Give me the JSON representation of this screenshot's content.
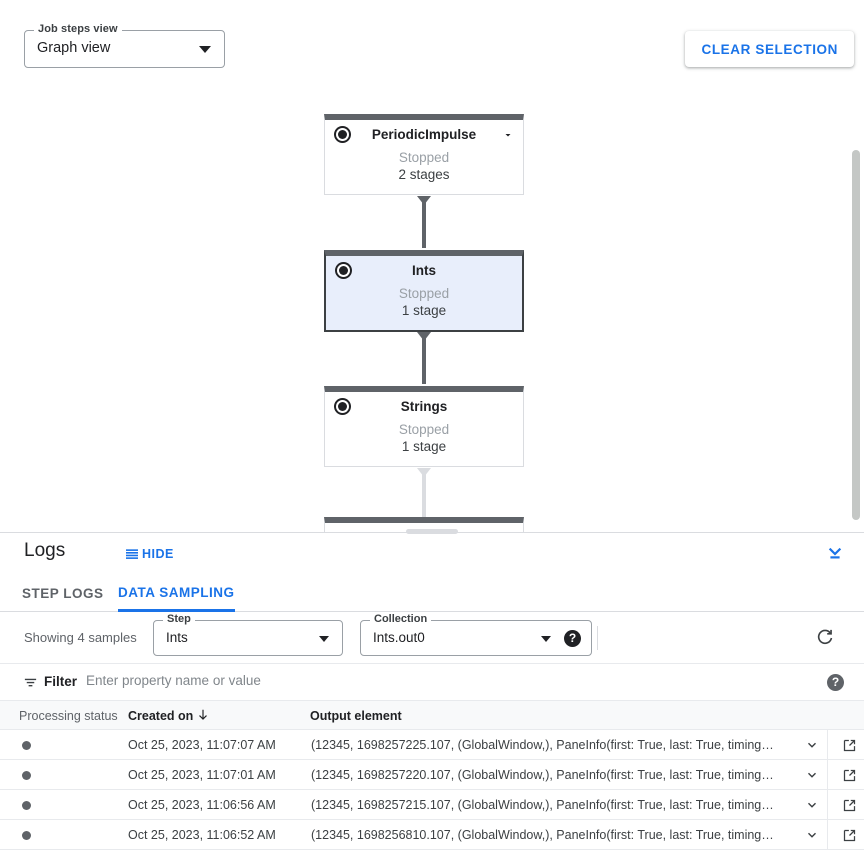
{
  "graph": {
    "view_select": {
      "label": "Job steps view",
      "value": "Graph view",
      "arrow_icon": "chevron-down-icon"
    },
    "clear_selection_label": "CLEAR SELECTION",
    "nodes": [
      {
        "title": "PeriodicImpulse",
        "status": "Stopped",
        "stages": "2 stages",
        "selected": false,
        "has_chevron": true
      },
      {
        "title": "Ints",
        "status": "Stopped",
        "stages": "1 stage",
        "selected": true,
        "has_chevron": false
      },
      {
        "title": "Strings",
        "status": "Stopped",
        "stages": "1 stage",
        "selected": false,
        "has_chevron": false
      }
    ]
  },
  "logs": {
    "title": "Logs",
    "hide_label": "HIDE",
    "hide_icon": "list-lines-icon",
    "collapse_icon": "expand-less-icon",
    "tabs": [
      {
        "label": "STEP LOGS",
        "active": false
      },
      {
        "label": "DATA SAMPLING",
        "active": true
      }
    ],
    "controls": {
      "showing_text": "Showing 4 samples",
      "step": {
        "label": "Step",
        "value": "Ints"
      },
      "collection": {
        "label": "Collection",
        "value": "Ints.out0",
        "help_icon": "help-icon"
      },
      "refresh_icon": "refresh-icon"
    },
    "filter": {
      "icon": "filter-icon",
      "label": "Filter",
      "placeholder": "Enter property name or value",
      "value": "",
      "help_icon": "help-icon"
    },
    "table": {
      "columns": [
        "Processing status",
        "Created on",
        "Output element"
      ],
      "sort_column": "Created on",
      "sort_direction": "desc",
      "sort_icon": "arrow-downward-icon",
      "rows": [
        {
          "status_icon": "status-dot",
          "created_on": "Oct 25, 2023, 11:07:07 AM",
          "output_element": "(12345, 1698257225.107, (GlobalWindow,), PaneInfo(first: True, last: True, timing…"
        },
        {
          "status_icon": "status-dot",
          "created_on": "Oct 25, 2023, 11:07:01 AM",
          "output_element": "(12345, 1698257220.107, (GlobalWindow,), PaneInfo(first: True, last: True, timing…"
        },
        {
          "status_icon": "status-dot",
          "created_on": "Oct 25, 2023, 11:06:56 AM",
          "output_element": "(12345, 1698257215.107, (GlobalWindow,), PaneInfo(first: True, last: True, timing…"
        },
        {
          "status_icon": "status-dot",
          "created_on": "Oct 25, 2023, 11:06:52 AM",
          "output_element": "(12345, 1698256810.107, (GlobalWindow,), PaneInfo(first: True, last: True, timing…"
        }
      ],
      "row_expand_icon": "chevron-down-icon",
      "row_open_icon": "open-in-new-icon"
    }
  },
  "colors": {
    "accent": "#1a73e8",
    "node_bar": "#5f6368",
    "selected_fill": "#e8eefb",
    "text_primary": "#202124",
    "text_secondary": "#5f6368"
  }
}
